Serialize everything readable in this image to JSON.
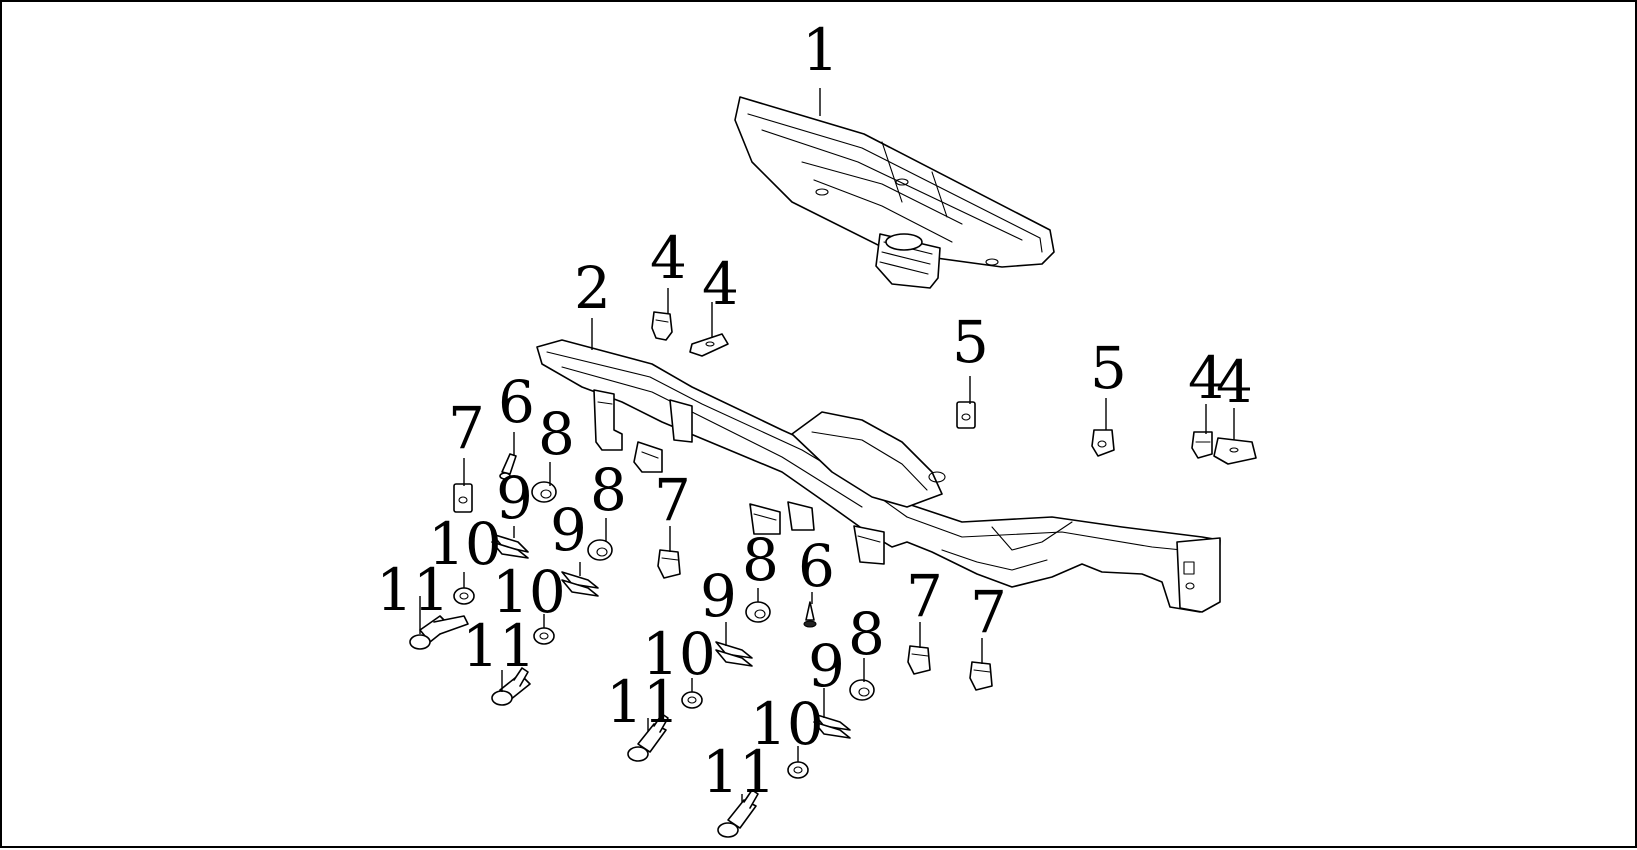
{
  "diagram": {
    "type": "exploded-parts-diagram",
    "callouts": [
      {
        "id": "c1",
        "label": "1"
      },
      {
        "id": "c2",
        "label": "2"
      },
      {
        "id": "c4a",
        "label": "4"
      },
      {
        "id": "c4b",
        "label": "4"
      },
      {
        "id": "c5a",
        "label": "5"
      },
      {
        "id": "c5b",
        "label": "5"
      },
      {
        "id": "c4c",
        "label": "4"
      },
      {
        "id": "c4d",
        "label": "4"
      },
      {
        "id": "c7a",
        "label": "7"
      },
      {
        "id": "c6a",
        "label": "6"
      },
      {
        "id": "c8a",
        "label": "8"
      },
      {
        "id": "c9a",
        "label": "9"
      },
      {
        "id": "c8b",
        "label": "8"
      },
      {
        "id": "c9b",
        "label": "9"
      },
      {
        "id": "c10a",
        "label": "10"
      },
      {
        "id": "c11a",
        "label": "11"
      },
      {
        "id": "c10b",
        "label": "10"
      },
      {
        "id": "c11b",
        "label": "11"
      },
      {
        "id": "c7b",
        "label": "7"
      },
      {
        "id": "c8c",
        "label": "8"
      },
      {
        "id": "c6b",
        "label": "6"
      },
      {
        "id": "c9c",
        "label": "9"
      },
      {
        "id": "c10c",
        "label": "10"
      },
      {
        "id": "c11c",
        "label": "11"
      },
      {
        "id": "c7c",
        "label": "7"
      },
      {
        "id": "c7d",
        "label": "7"
      },
      {
        "id": "c8d",
        "label": "8"
      },
      {
        "id": "c9d",
        "label": "9"
      },
      {
        "id": "c10d",
        "label": "10"
      },
      {
        "id": "c11d",
        "label": "11"
      }
    ]
  }
}
